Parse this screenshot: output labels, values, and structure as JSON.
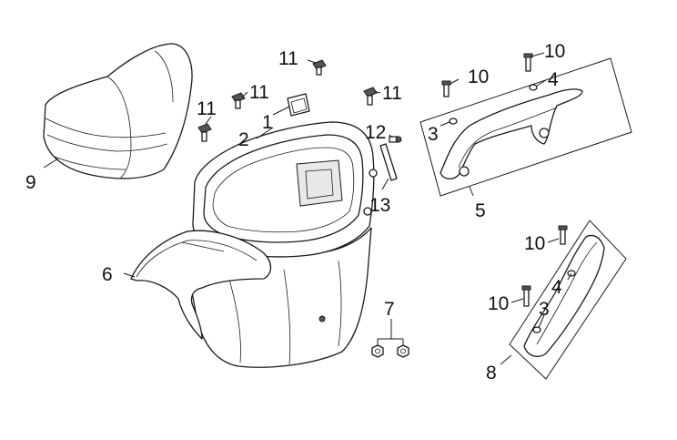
{
  "callouts": {
    "c1": "1",
    "c2": "2",
    "c3a": "3",
    "c3b": "3",
    "c4a": "4",
    "c4b": "4",
    "c5": "5",
    "c6": "6",
    "c7": "7",
    "c8": "8",
    "c9": "9",
    "c10a": "10",
    "c10b": "10",
    "c10c": "10",
    "c10d": "10",
    "c11a": "11",
    "c11b": "11",
    "c11c": "11",
    "c11d": "11",
    "c12": "12",
    "c13": "13"
  }
}
